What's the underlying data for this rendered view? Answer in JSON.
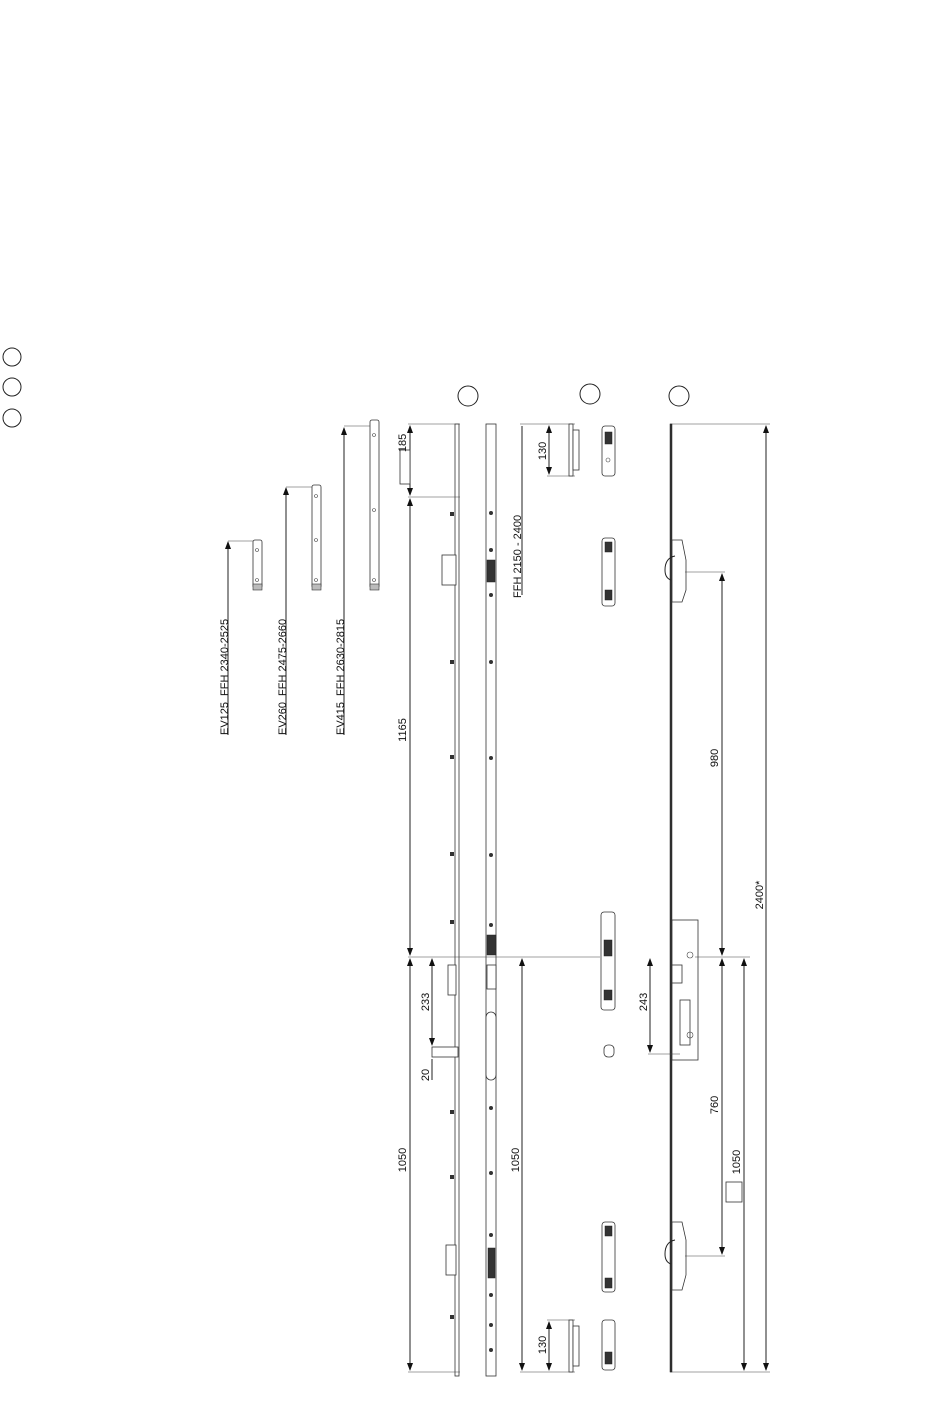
{
  "variants": [
    {
      "code": "EV125",
      "range": "FFH 2340-2525"
    },
    {
      "code": "EV260",
      "range": "FFH 2475-2660"
    },
    {
      "code": "EV415",
      "range": "FFH 2630-2815"
    }
  ],
  "main_range": "FFH 2150 - 2400",
  "dimensions": {
    "d185": "185",
    "d1165": "1165",
    "d233": "233",
    "d20": "20",
    "d1050_left": "1050",
    "d1050_mid": "1050",
    "d130_top": "130",
    "d130_bottom": "130",
    "d980": "980",
    "d243": "243",
    "d760": "760",
    "d1050_right": "1050",
    "d2400": "2400*"
  }
}
